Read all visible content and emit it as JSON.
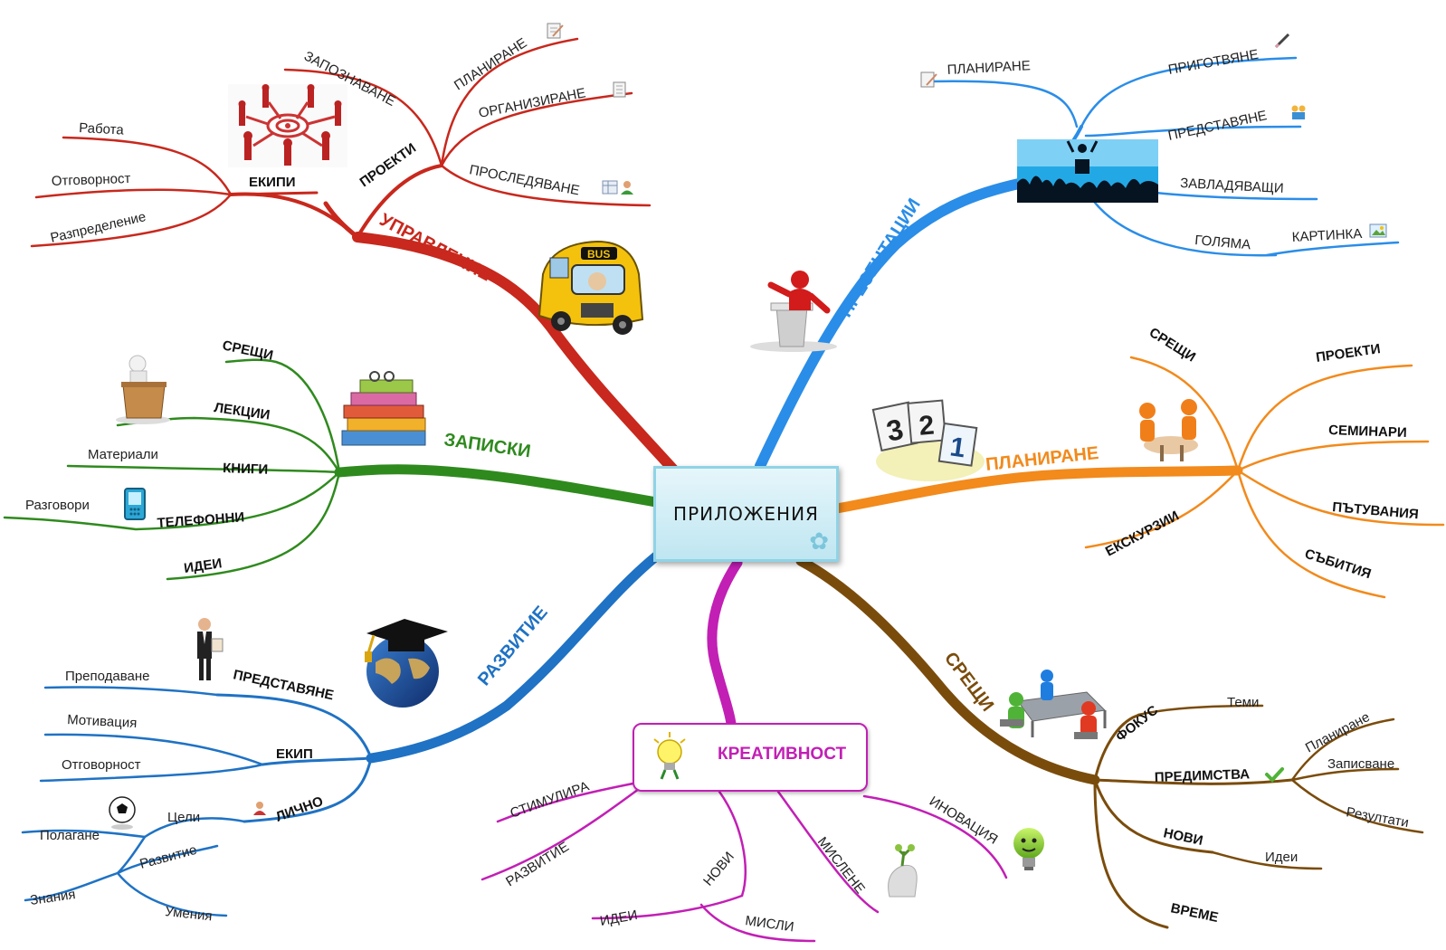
{
  "center": {
    "label": "ПРИЛОЖЕНИЯ"
  },
  "colors": {
    "management": "#c8281d",
    "presentations": "#2a8de8",
    "planning": "#f28a1c",
    "meetings": "#7a4c0c",
    "creativity": "#c21fb5",
    "development": "#1f72c4",
    "notes": "#2f8a1e"
  },
  "management": {
    "label": "УПРАВЛЕНИЕ",
    "teams": {
      "label": "ЕКИПИ",
      "items": [
        "Работа",
        "Отговорност",
        "Разпределение"
      ]
    },
    "projects": {
      "label": "ПРОЕКТИ",
      "items": [
        "ЗАПОЗНАВАНЕ",
        "ПЛАНИРАНЕ",
        "ОРГАНИЗИРАНЕ",
        "ПРОСЛЕДЯВАНЕ"
      ]
    },
    "bus_text": "BUS"
  },
  "presentations": {
    "label": "ПРЕЗЕНТАЦИИ",
    "items": [
      "ПЛАНИРАНЕ",
      "ПРИГОТВЯНЕ",
      "ПРЕДСТАВЯНЕ",
      "ЗАВЛАДЯВАЩИ",
      "ГОЛЯМА",
      "КАРТИНКА"
    ]
  },
  "planning": {
    "label": "ПЛАНИРАНЕ",
    "items": [
      "СРЕЩИ",
      "ПРОЕКТИ",
      "СЕМИНАРИ",
      "ПЪТУВАНИЯ",
      "СЪБИТИЯ",
      "ЕКСКУРЗИИ"
    ]
  },
  "meetings": {
    "label": "СРЕЩИ",
    "focus": {
      "label": "ФОКУС",
      "items": [
        "Теми"
      ]
    },
    "advantages": {
      "label": "ПРЕДИМСТВА",
      "items": [
        "Планиране",
        "Записване",
        "Резултати"
      ]
    },
    "new": {
      "label": "НОВИ",
      "items": [
        "Идеи"
      ]
    },
    "time": {
      "label": "ВРЕМЕ"
    }
  },
  "creativity": {
    "label": "КРЕАТИВНОСТ",
    "items": [
      "СТИМУЛИРА",
      "РАЗВИТИЕ",
      "НОВИ",
      "ИДЕИ",
      "МИСЛИ",
      "МИСЛЕНЕ",
      "ИНОВАЦИЯ"
    ]
  },
  "development": {
    "label": "РАЗВИТИЕ",
    "presenting": {
      "label": "ПРЕДСТАВЯНЕ",
      "items": [
        "Преподаване"
      ]
    },
    "team": {
      "label": "ЕКИП",
      "items": [
        "Мотивация",
        "Отговорност"
      ]
    },
    "personal": {
      "label": "ЛИЧНО",
      "items": [
        "Цели",
        "Полагане",
        "Развитие",
        "Знания",
        "Умения"
      ]
    }
  },
  "notes": {
    "label": "ЗАПИСКИ",
    "items": [
      "СРЕЩИ",
      "ЛЕКЦИИ",
      "КНИГИ",
      "Материали",
      "ТЕЛЕФОННИ",
      "Разговори",
      "ИДЕИ"
    ]
  },
  "calendar_digits": [
    "3",
    "2",
    "1"
  ]
}
